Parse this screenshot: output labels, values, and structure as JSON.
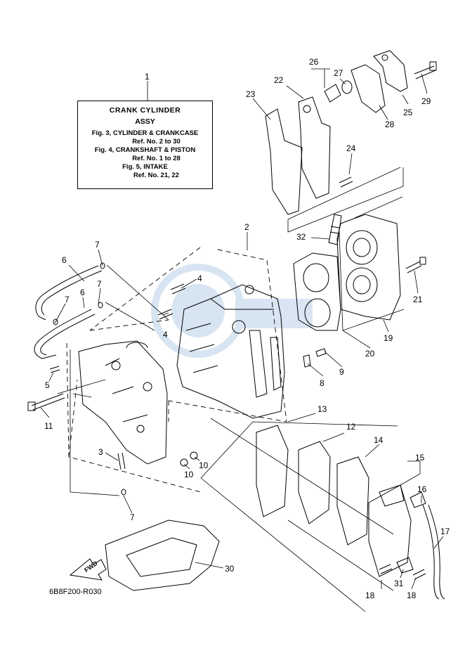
{
  "assy_note": {
    "title": "CRANK CYLINDER",
    "subtitle": "ASSY",
    "entries": [
      {
        "fig": "Fig. 3, CYLINDER & CRANKCASE",
        "ref": "Ref. No. 2 to 30"
      },
      {
        "fig": "Fig. 4, CRANKSHAFT & PISTON",
        "ref": "Ref. No. 1 to 28"
      },
      {
        "fig": "Fig. 5, INTAKE",
        "ref": "Ref. No. 21, 22"
      }
    ]
  },
  "callouts": {
    "c1": "1",
    "c2": "2",
    "c3": "3",
    "c4a": "4",
    "c4b": "4",
    "c5": "5",
    "c6a": "6",
    "c6b": "6",
    "c7a": "7",
    "c7b": "7",
    "c7c": "7",
    "c7d": "7",
    "c8": "8",
    "c9": "9",
    "c10a": "10",
    "c10b": "10",
    "c11": "11",
    "c12": "12",
    "c13": "13",
    "c14": "14",
    "c15": "15",
    "c16": "16",
    "c17": "17",
    "c18a": "18",
    "c18b": "18",
    "c19": "19",
    "c20": "20",
    "c21": "21",
    "c22": "22",
    "c23": "23",
    "c24": "24",
    "c25": "25",
    "c26": "26",
    "c27": "27",
    "c28": "28",
    "c29": "29",
    "c30": "30",
    "c31": "31",
    "c32": "32"
  },
  "fwd_label": "FWD",
  "diagram_code": "6B8F200-R030"
}
